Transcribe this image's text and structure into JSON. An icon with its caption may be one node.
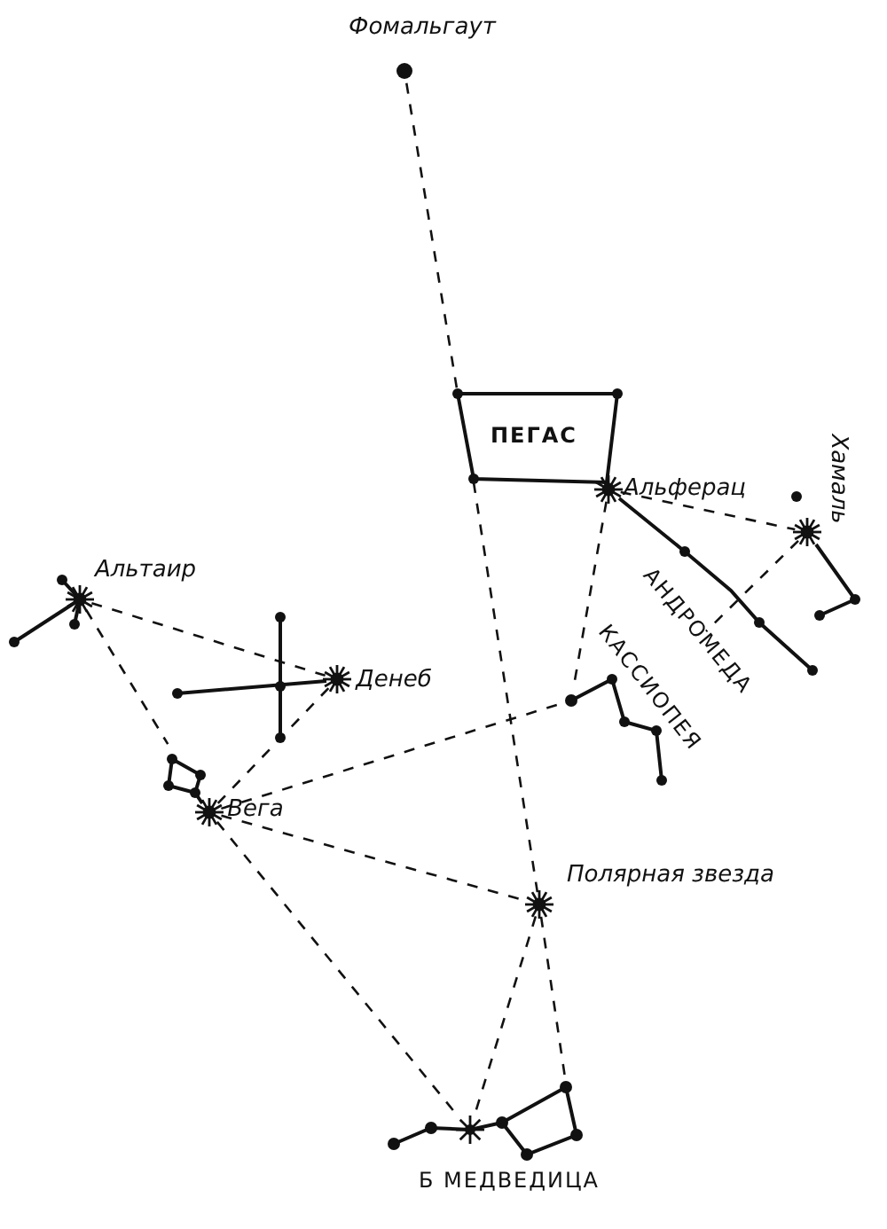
{
  "diagram": {
    "nodes": [
      {
        "text": [
          "Фомальгаут"
        ]
      },
      {
        "text": [
          "ПЕГАС"
        ]
      },
      {
        "text": [
          "Альферац"
        ]
      },
      {
        "text": [
          "Хамаль"
        ]
      },
      {
        "text": [
          "КАССИОПЕЯ"
        ]
      },
      {
        "text": [
          "Альтаир"
        ]
      },
      {
        "text": [
          "Денеб"
        ]
      },
      {
        "text": [
          "Вега"
        ]
      },
      {
        "text": [
          "Полярная звезда"
        ]
      },
      {
        "text": [
          "Б МЕДВЕДИЦА"
        ]
      }
    ],
    "edges": [
      {
        "from": 0,
        "to": 1,
        "arrow": "none",
        "style": "dashed"
      },
      {
        "from": 1,
        "to": 8,
        "arrow": "none",
        "style": "dashed"
      },
      {
        "from": 2,
        "to": 3,
        "arrow": "none",
        "style": "dashed"
      },
      {
        "from": 2,
        "to": 4,
        "arrow": "none",
        "style": "dashed"
      },
      {
        "from": 3,
        "to": 4,
        "arrow": "none",
        "style": "dashed"
      },
      {
        "from": 5,
        "to": 6,
        "arrow": "none",
        "style": "dashed"
      },
      {
        "from": 5,
        "to": 7,
        "arrow": "none",
        "style": "dashed"
      },
      {
        "from": 6,
        "to": 7,
        "arrow": "none",
        "style": "dashed"
      },
      {
        "from": 7,
        "to": 4,
        "arrow": "none",
        "style": "dashed"
      },
      {
        "from": 7,
        "to": 8,
        "arrow": "none",
        "style": "dashed"
      },
      {
        "from": 7,
        "to": 9,
        "arrow": "none",
        "style": "dashed"
      },
      {
        "from": 8,
        "to": 9,
        "arrow": "none",
        "style": "dashed"
      },
      {
        "from": 8,
        "to": 9,
        "arrow": "none",
        "style": "dashed"
      }
    ],
    "labels": [
      "АНДРОМЕДА"
    ]
  }
}
